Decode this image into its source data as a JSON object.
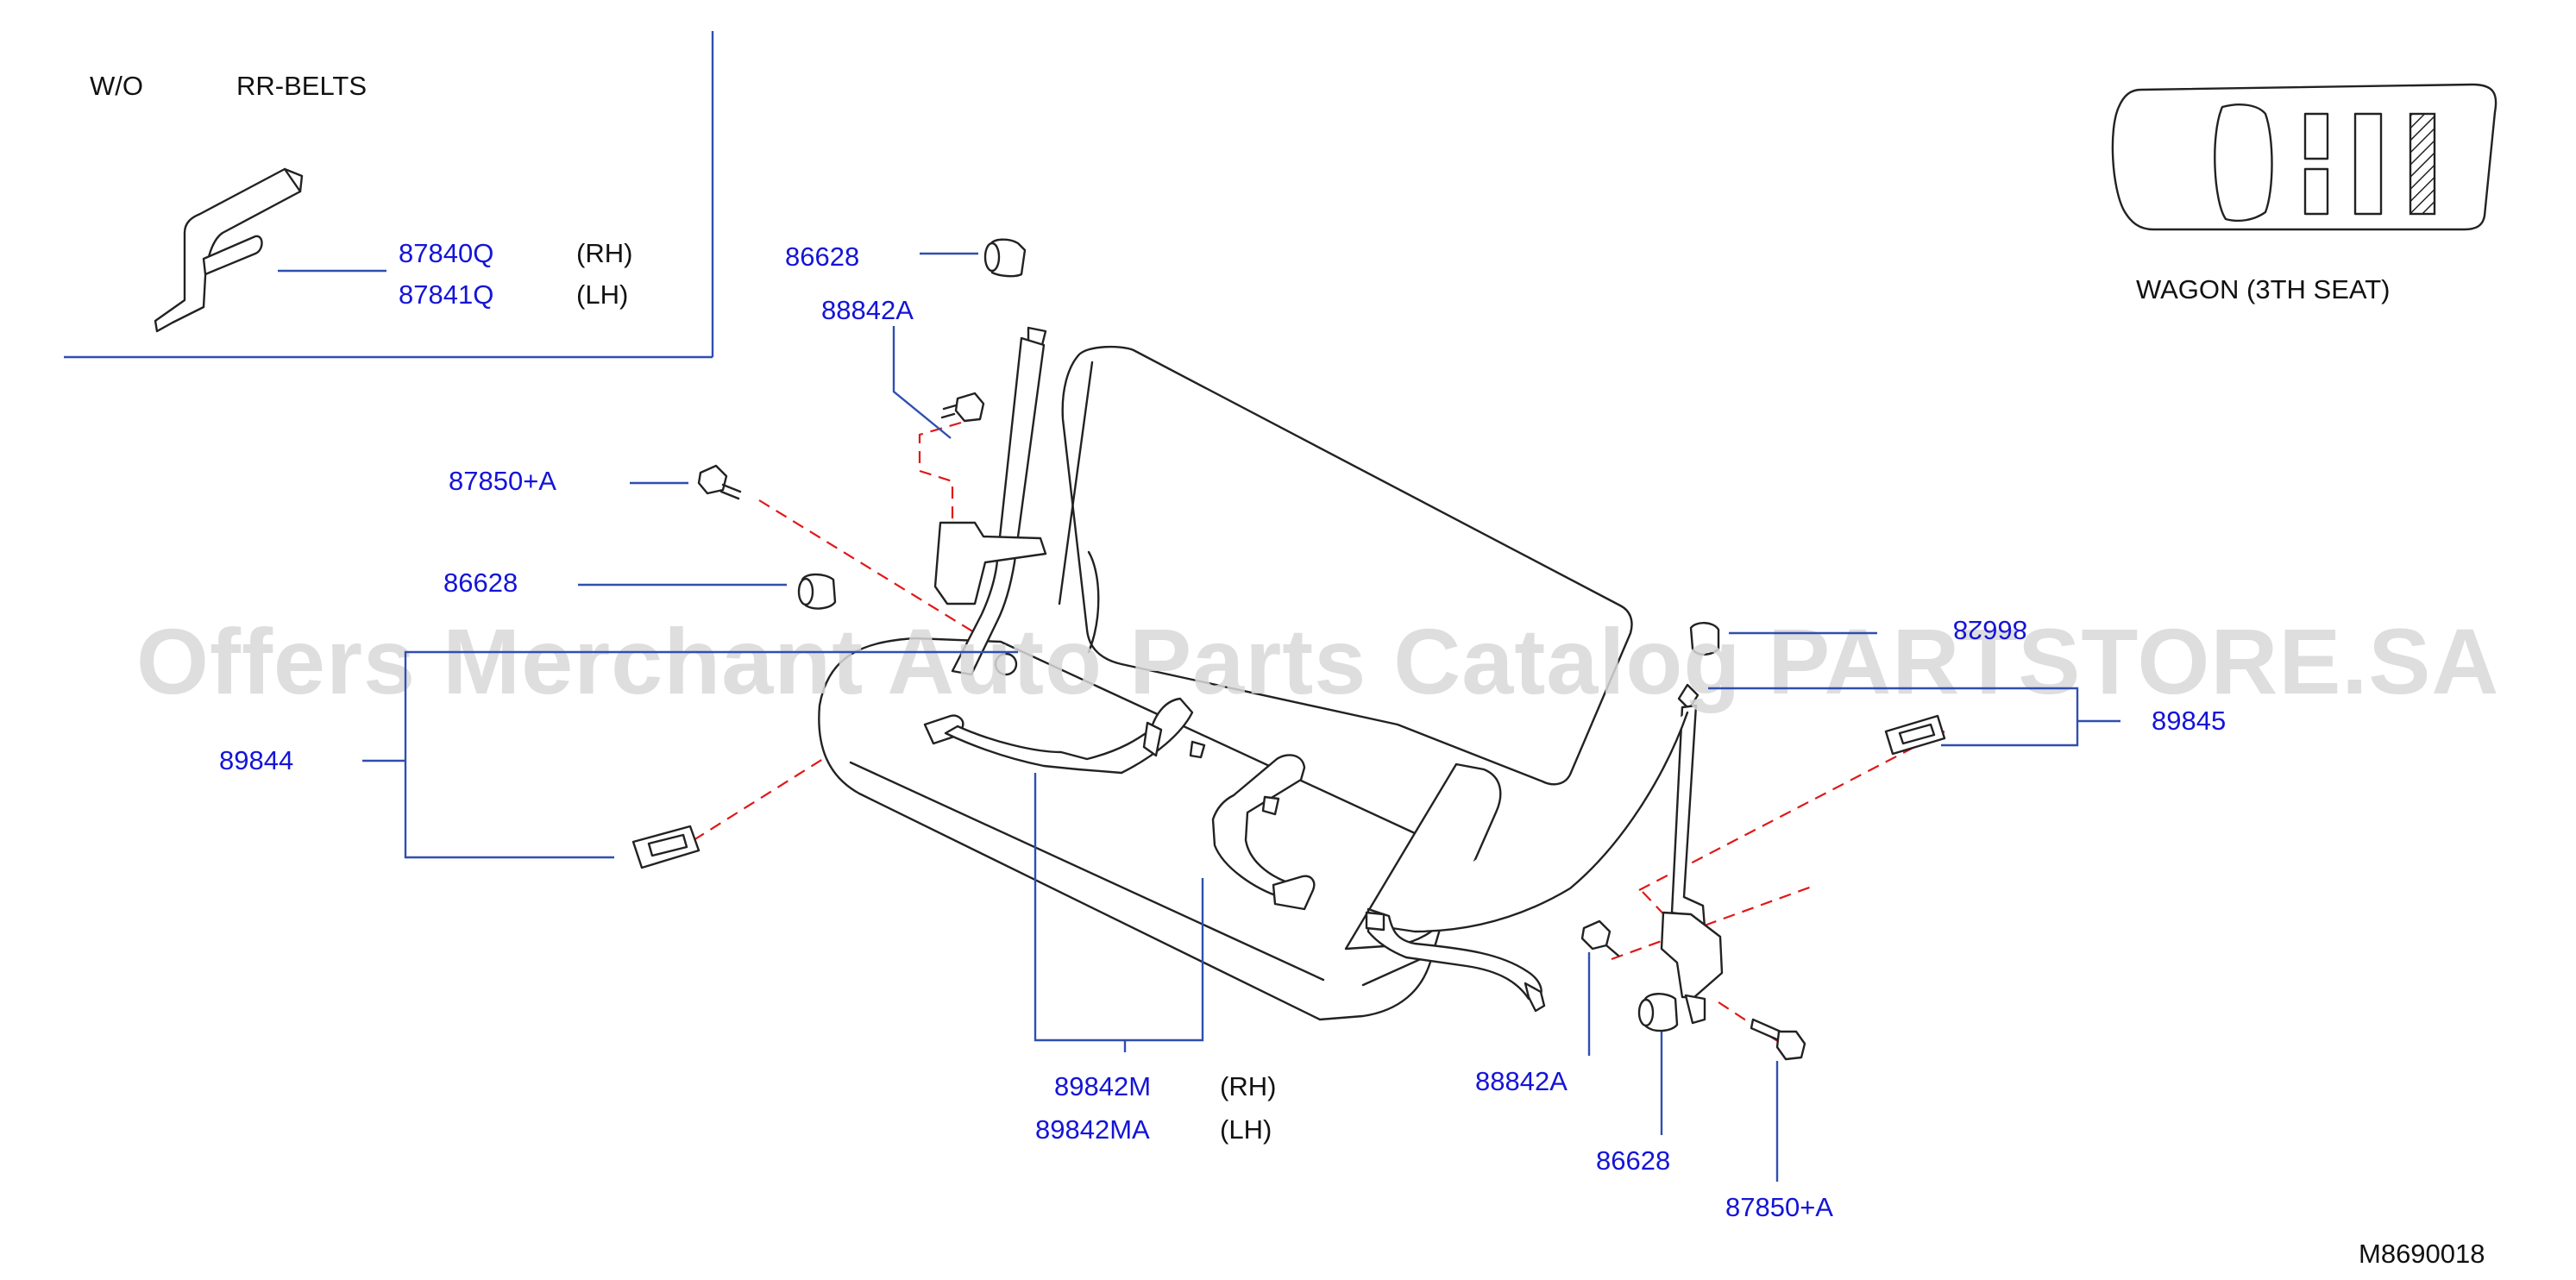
{
  "inset": {
    "wo_label": "W/O",
    "rr_belts_label": "RR-BELTS",
    "part1": "87840Q",
    "part1_side": "(RH)",
    "part2": "87841Q",
    "part2_side": "(LH)"
  },
  "locator": {
    "caption": "WAGON  (3TH  SEAT)"
  },
  "callouts": {
    "c86628_top": "86628",
    "c88842A_top": "88842A",
    "c87850A_left": "87850+A",
    "c86628_left": "86628",
    "c89844": "89844",
    "c86628_right_partial": "86628",
    "c89845": "89845",
    "c89842M": "89842M",
    "c89842M_side": "(RH)",
    "c89842MA": "89842MA",
    "c89842MA_side": "(LH)",
    "c88842A_bottom": "88842A",
    "c86628_bottom": "86628",
    "c87850A_bottom": "87850+A"
  },
  "diagram_id": "M8690018",
  "watermark": "Offers Merchant Auto Parts Catalog PARTSTORE.SA",
  "colors": {
    "part_number": "#1414d8",
    "leader_line": "#2f4fb0",
    "phantom_line": "#e01818",
    "watermark": "#d8d8d8"
  }
}
